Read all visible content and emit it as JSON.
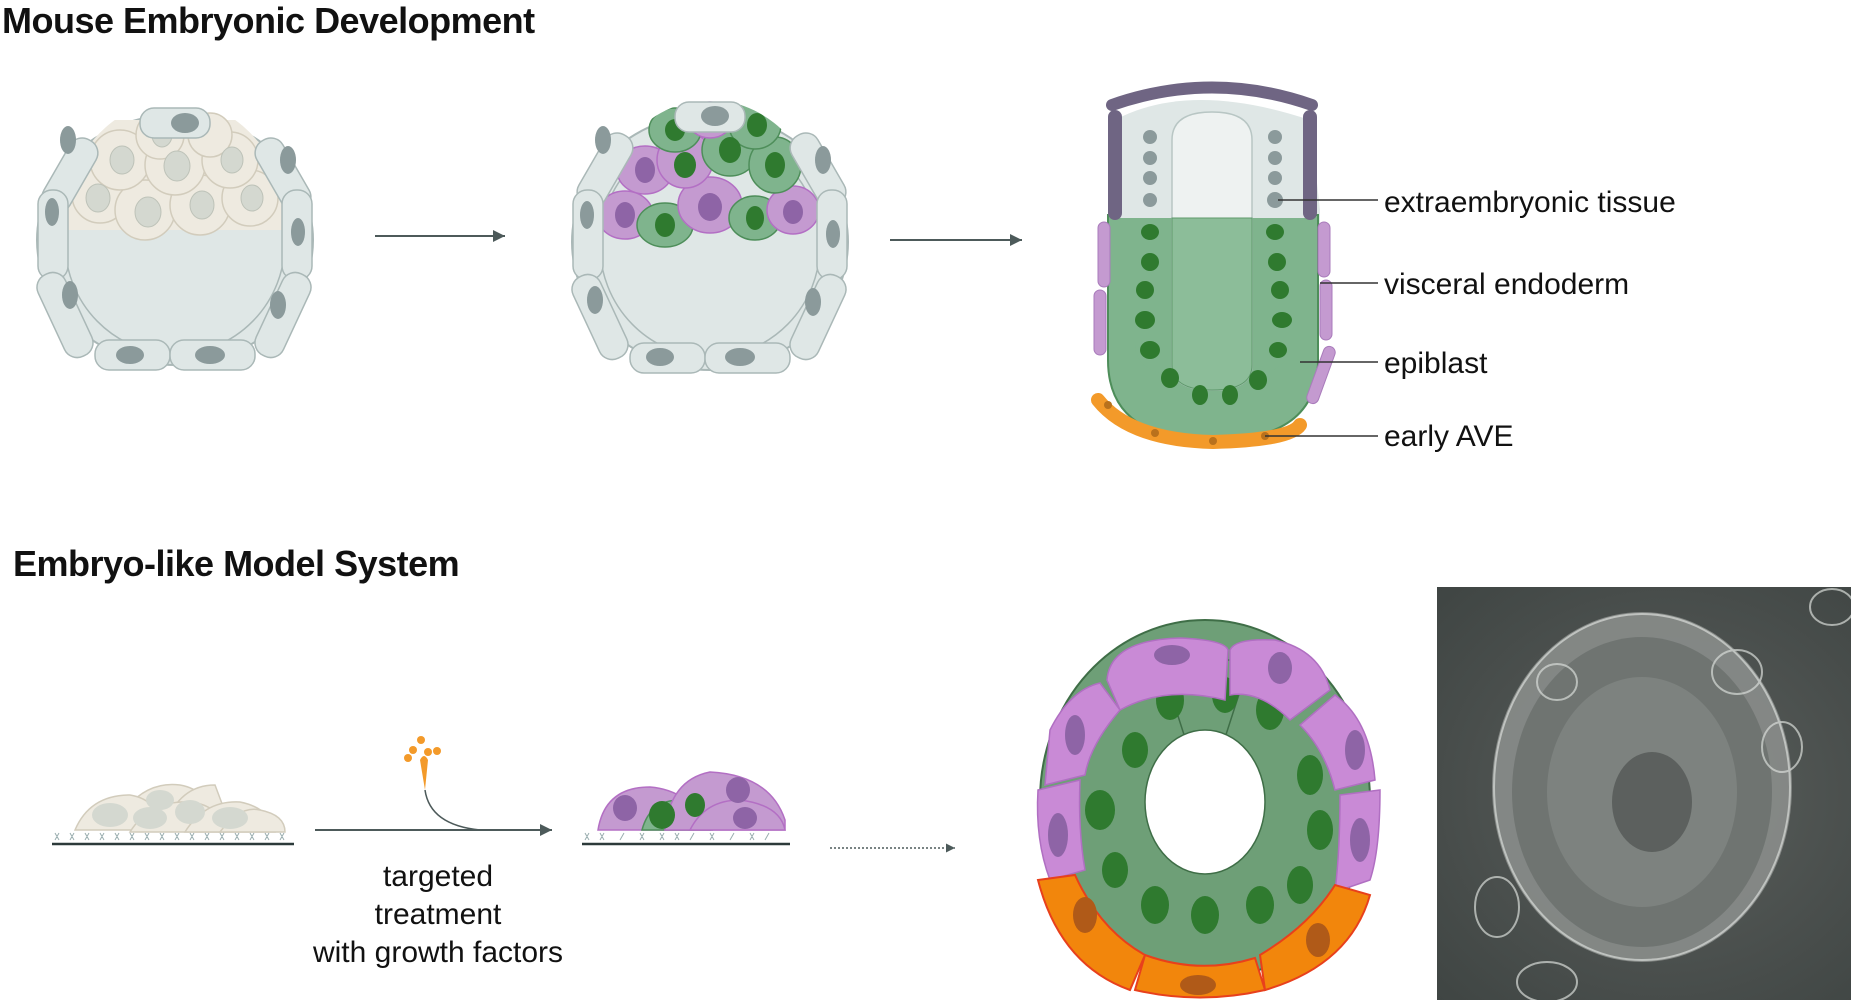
{
  "figure": {
    "sections": [
      {
        "title": "Mouse Embryonic Development"
      },
      {
        "title": "Embryo-like Model System"
      }
    ],
    "in_vivo_labels": [
      {
        "text": "extraembryonic tissue",
        "color": "#6f6583"
      },
      {
        "text": "visceral endoderm",
        "color": "#c49ad0"
      },
      {
        "text": "epiblast",
        "color": "#7fb48d"
      },
      {
        "text": "early AVE",
        "color": "#f39a2a"
      }
    ],
    "treatment_label": {
      "lines": [
        "targeted",
        "treatment",
        "with growth factors"
      ]
    },
    "colors": {
      "epiblast_green": "#7fb48d",
      "epiblast_nucleus": "#2f7a2f",
      "endoderm_purple": "#c49ad0",
      "endoderm_nucleus": "#8e64a6",
      "ave_orange": "#f2860c",
      "trophoblast_grey": "#dfe7e6",
      "icm_beige": "#eeeae0"
    },
    "panels": [
      {
        "name": "blastocyst-icm"
      },
      {
        "name": "blastocyst-segregated"
      },
      {
        "name": "egg-cylinder"
      },
      {
        "name": "stem-cell-cluster"
      },
      {
        "name": "treated-cluster"
      },
      {
        "name": "rosette-model"
      },
      {
        "name": "brightfield-photo"
      }
    ]
  }
}
